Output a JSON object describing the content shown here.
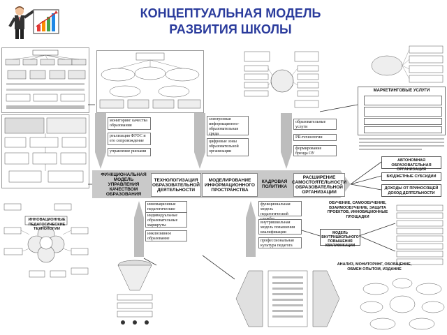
{
  "title": {
    "line1": "КОНЦЕПТУАЛЬНАЯ МОДЕЛЬ",
    "line2": "РАЗВИТИЯ ШКОЛЫ"
  },
  "clipart": {
    "icon": "presenter-with-chart-icon",
    "bar_colors": [
      "#e53935",
      "#fb8c00",
      "#43a047",
      "#1e88e5"
    ]
  },
  "band": {
    "items": [
      "ФУНКЦИОНАЛЬНАЯ МОДЕЛЬ УПРАВЛЕНИЯ КАЧЕСТВОМ ОБРАЗОВАНИЯ",
      "ТЕХНОЛОГИЗАЦИЯ ОБРАЗОВАТЕЛЬНОЙ ДЕЯТЕЛЬНОСТИ",
      "МОДЕЛИРОВАНИЕ ИНФОРМАЦИОННОГО ПРОСТРАНСТВА",
      "КАДРОВАЯ ПОЛИТИКА",
      "РАСШИРЕНИЕ САМОСТОЯТЕЛЬНОСТИ ОБРАЗОВАТЕЛЬНОЙ ОРГАНИЗАЦИИ"
    ]
  },
  "upper_boxes": {
    "col1": [
      "мониторинг качества образования",
      "реализация ФГОС и его сопровождение",
      "управление рисками"
    ],
    "col2": [
      "электронная информационно-образовательная среда",
      "цифровые зоны образовательной организации"
    ],
    "col3": [
      "образовательные услуги",
      "PR-технологии",
      "формирование бренда ОУ"
    ]
  },
  "lower_boxes": {
    "col1": [
      "инновационные педагогические технологии",
      "индивидуальные образовательные маршруты",
      "инклюзивное образование"
    ],
    "col2": [
      "функциональная модель педагогической службы",
      "внутришкольная модель повышения квалификации",
      "профессиональная культура педагога"
    ]
  },
  "right_labels": {
    "marketing": "МАРКЕТИНГОВЫЕ УСЛУГИ",
    "autonomous": "АВТОНОМНАЯ ОБРАЗОВАТЕЛЬНАЯ ОРГАНИЗАЦИЯ",
    "budget": "БЮДЖЕТНЫЕ СУБСИДИИ",
    "paid": "ДОХОДЫ ОТ ПРИНОСЯЩЕЙ ДОХОД ДЕЯТЕЛЬНОСТИ",
    "training": "ОБУЧЕНИЕ, САМООБУЧЕНИЕ, ВЗАИМООБУЧЕНИЕ, ЗАЩИТА ПРОЕКТОВ, ИННОВАЦИОННЫЕ ПЛОЩАДКИ",
    "model": "МОДЕЛЬ ВНУТРИШКОЛЬНОГО ПОВЫШЕНИЯ КВАЛИФИКАЦИИ",
    "analysis": "АНАЛИЗ, МОНИТОРИНГ, ОБОБЩЕНИЕ, ОБМЕН ОПЫТОМ, ИЗДАНИЕ",
    "innovation": "ИННОВАЦИОННЫЕ ПЕДАГОГИЧЕСКИЕ ТЕХНОЛОГИИ"
  }
}
